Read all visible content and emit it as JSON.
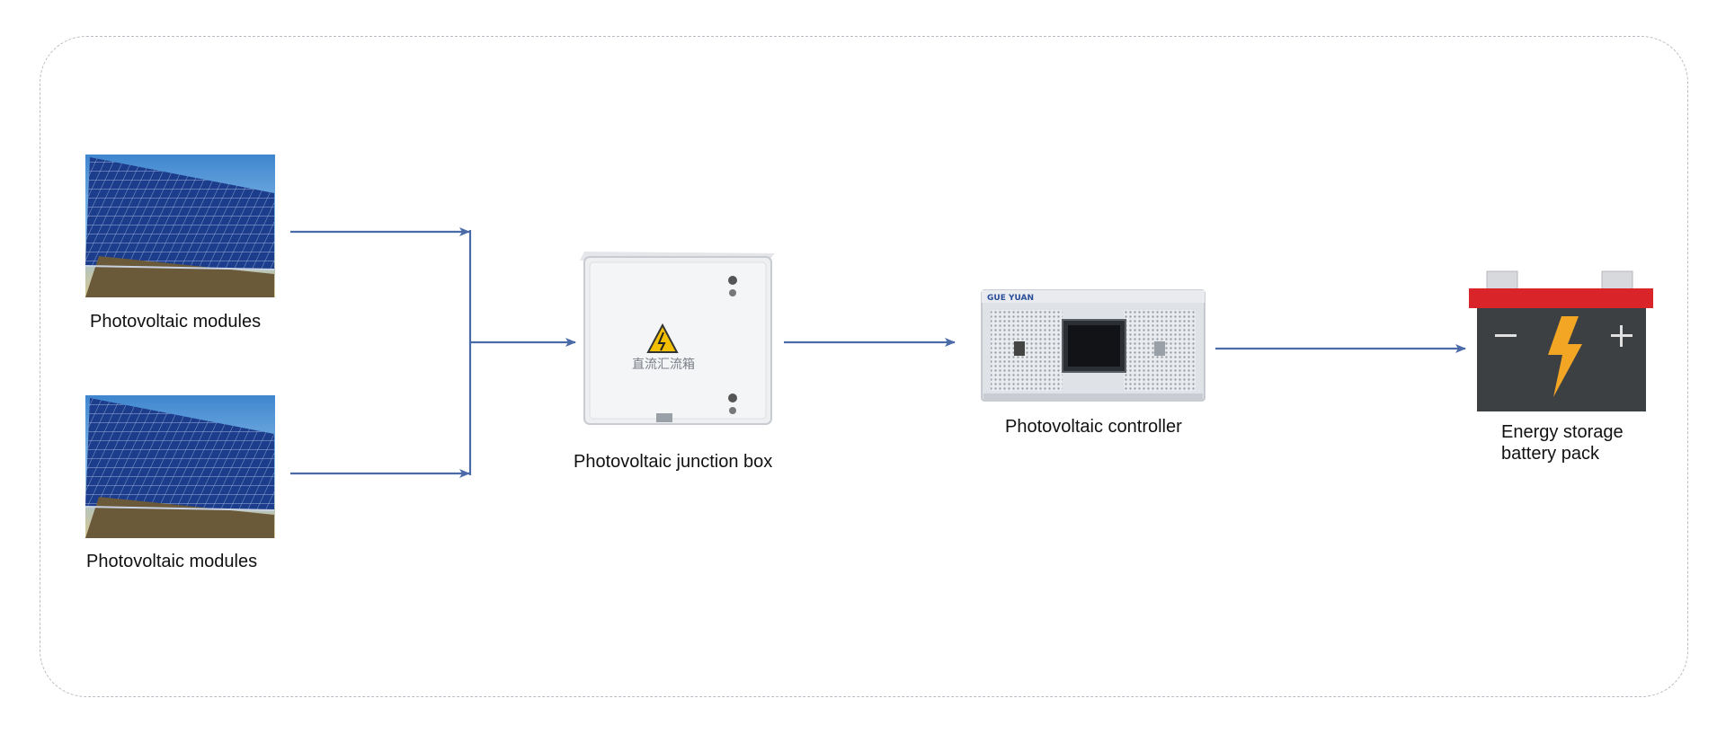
{
  "diagram": {
    "nodes": [
      {
        "id": "pv1",
        "label": "Photovoltaic modules",
        "icon": "solar-panel-icon"
      },
      {
        "id": "pv2",
        "label": "Photovoltaic modules",
        "icon": "solar-panel-icon"
      },
      {
        "id": "junction",
        "label": "Photovoltaic junction box",
        "icon": "junction-box-icon",
        "caution_text": "直流汇流箱"
      },
      {
        "id": "controller",
        "label": "Photovoltaic controller",
        "icon": "rack-controller-icon"
      },
      {
        "id": "battery",
        "label_line1": "Energy storage",
        "label_line2": "battery pack",
        "icon": "battery-icon"
      }
    ],
    "edges": [
      {
        "from": "pv1",
        "to": "junction"
      },
      {
        "from": "pv2",
        "to": "junction"
      },
      {
        "from": "junction",
        "to": "controller"
      },
      {
        "from": "controller",
        "to": "battery"
      }
    ],
    "colors": {
      "arrow": "#4a6aa8",
      "frame": "#b8bcc4",
      "battery_top": "#d9242a",
      "battery_body": "#3d4043",
      "bolt": "#f2a623"
    }
  }
}
